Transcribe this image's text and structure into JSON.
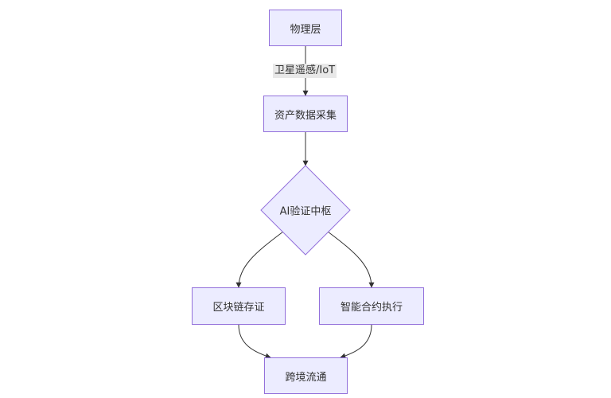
{
  "nodes": {
    "physical": "物理层",
    "collect": "资产数据采集",
    "ai_hub": "AI验证中枢",
    "blockchain": "区块链存证",
    "contract": "智能合约执行",
    "circulation": "跨境流通"
  },
  "edges": {
    "physical_to_collect_label": "卫星遥感/IoT"
  },
  "colors": {
    "node_fill": "#ECECFF",
    "node_border": "#9370DB",
    "edge": "#333333",
    "label_bg": "#e8e8e8"
  }
}
